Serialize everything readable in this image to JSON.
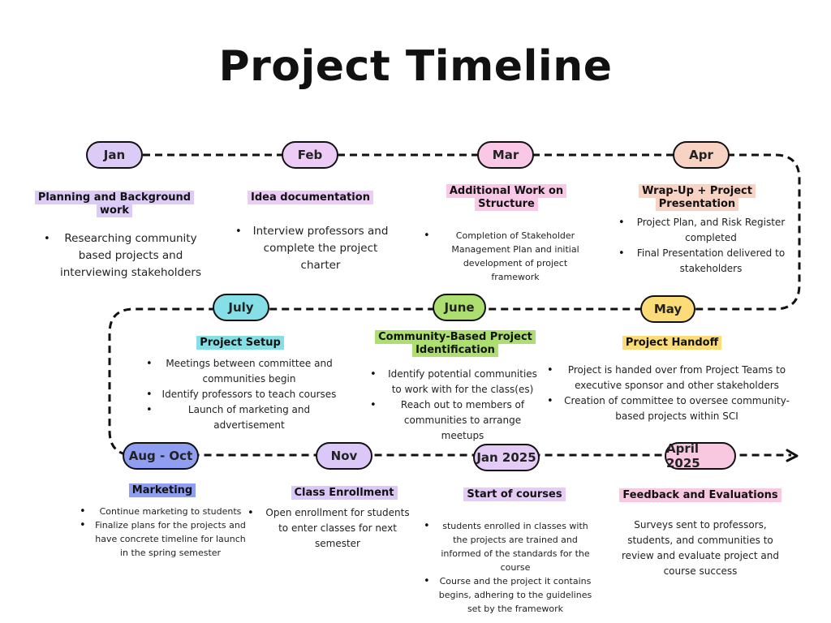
{
  "title": "Project Timeline",
  "colors": {
    "jan": "#dccbf6",
    "feb": "#ecccf6",
    "mar": "#f8c8e6",
    "apr": "#f8d2c2",
    "july": "#86dfe6",
    "june": "#acdf70",
    "may": "#fbdc79",
    "aug_oct": "#8f9ef0",
    "nov": "#dbc8f8",
    "jan2025": "#e4ccf6",
    "apr2025": "#f8c8e0",
    "line": "#111111"
  },
  "stages": [
    {
      "month": "Jan",
      "heading": "Planning and Background work",
      "bullets": [
        "Researching community based projects and interviewing stakeholders"
      ]
    },
    {
      "month": "Feb",
      "heading": "Idea documentation",
      "bullets": [
        "Interview professors and complete the project charter"
      ]
    },
    {
      "month": "Mar",
      "heading": "Additional Work on Structure",
      "bullets": [
        "Completion of Stakeholder Management Plan and initial development of project framework"
      ]
    },
    {
      "month": "Apr",
      "heading": "Wrap-Up + Project Presentation",
      "bullets": [
        "Project Plan, and Risk Register completed",
        "Final Presentation delivered to stakeholders"
      ]
    },
    {
      "month": "July",
      "heading": "Project Setup",
      "bullets": [
        "Meetings between committee and communities begin",
        "Identify professors to teach courses",
        "Launch of marketing and advertisement"
      ]
    },
    {
      "month": "June",
      "heading": "Community-Based Project Identification",
      "bullets": [
        "Identify potential communities to work with for the class(es)",
        "Reach out to members of communities to arrange meetups"
      ]
    },
    {
      "month": "May",
      "heading": "Project Handoff",
      "bullets": [
        "Project is handed over from Project Teams to executive sponsor and other stakeholders",
        "Creation of committee to oversee community-based projects within SCI"
      ]
    },
    {
      "month": "Aug - Oct",
      "heading": "Marketing",
      "bullets": [
        "Continue marketing to students",
        "Finalize plans for the projects and have concrete timeline for launch in the spring semester"
      ]
    },
    {
      "month": "Nov",
      "heading": "Class Enrollment",
      "bullets": [
        "Open enrollment for students to enter classes for next semester"
      ]
    },
    {
      "month": "Jan 2025",
      "heading": "Start of courses",
      "bullets": [
        "students enrolled in classes with the projects are trained and informed of the standards for the course",
        "Course and the project it contains begins, adhering to the guidelines set by the framework"
      ]
    },
    {
      "month": "April 2025",
      "heading": "Feedback and Evaluations",
      "text": "Surveys sent to professors, students, and communities to review and evaluate project  and course success"
    }
  ]
}
